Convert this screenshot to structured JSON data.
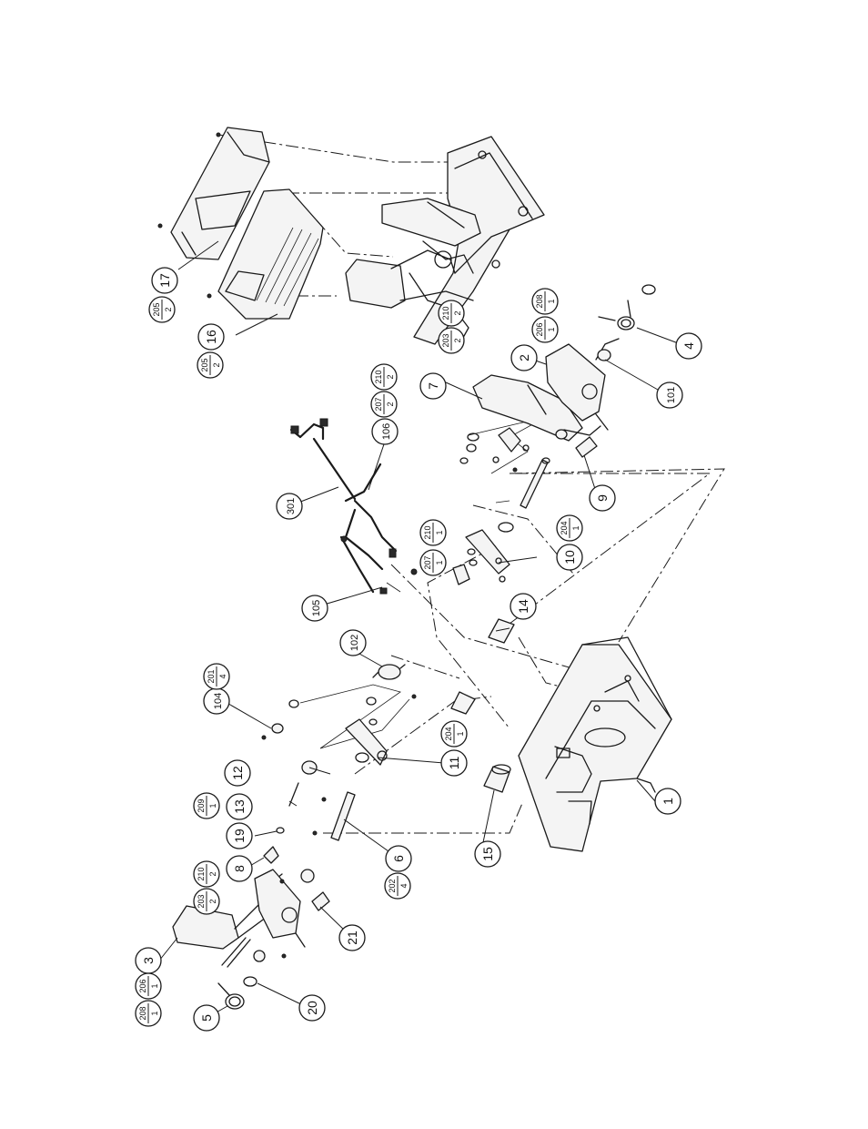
{
  "diagram": {
    "parts": [
      {
        "id": "1",
        "label": "1"
      },
      {
        "id": "2",
        "label": "2"
      },
      {
        "id": "3",
        "label": "3"
      },
      {
        "id": "4",
        "label": "4"
      },
      {
        "id": "5",
        "label": "5"
      },
      {
        "id": "6",
        "label": "6"
      },
      {
        "id": "7",
        "label": "7"
      },
      {
        "id": "8",
        "label": "8"
      },
      {
        "id": "9",
        "label": "9"
      },
      {
        "id": "10",
        "label": "10"
      },
      {
        "id": "11",
        "label": "11"
      },
      {
        "id": "12",
        "label": "12"
      },
      {
        "id": "13",
        "label": "13"
      },
      {
        "id": "14",
        "label": "14"
      },
      {
        "id": "15",
        "label": "15"
      },
      {
        "id": "16",
        "label": "16"
      },
      {
        "id": "17",
        "label": "17"
      },
      {
        "id": "19",
        "label": "19"
      },
      {
        "id": "20",
        "label": "20"
      },
      {
        "id": "21",
        "label": "21"
      },
      {
        "id": "101",
        "label": "101"
      },
      {
        "id": "102",
        "label": "102"
      },
      {
        "id": "104",
        "label": "104"
      },
      {
        "id": "105",
        "label": "105"
      },
      {
        "id": "106",
        "label": "106"
      },
      {
        "id": "301",
        "label": "301"
      }
    ],
    "fasteners": [
      {
        "id": "f205a",
        "code": "205",
        "qty": "2"
      },
      {
        "id": "f205b",
        "code": "205",
        "qty": "2"
      },
      {
        "id": "f203a",
        "code": "203",
        "qty": "2"
      },
      {
        "id": "f210a",
        "code": "210",
        "qty": "2"
      },
      {
        "id": "f206a",
        "code": "206",
        "qty": "1"
      },
      {
        "id": "f208a",
        "code": "208",
        "qty": "1"
      },
      {
        "id": "f207a",
        "code": "207",
        "qty": "2"
      },
      {
        "id": "f210b",
        "code": "210",
        "qty": "2"
      },
      {
        "id": "f207b",
        "code": "207",
        "qty": "1"
      },
      {
        "id": "f210c",
        "code": "210",
        "qty": "1"
      },
      {
        "id": "f204a",
        "code": "204",
        "qty": "1"
      },
      {
        "id": "f201a",
        "code": "201",
        "qty": "4"
      },
      {
        "id": "f204b",
        "code": "204",
        "qty": "1"
      },
      {
        "id": "f209a",
        "code": "209",
        "qty": "1"
      },
      {
        "id": "f210d",
        "code": "210",
        "qty": "2"
      },
      {
        "id": "f203b",
        "code": "203",
        "qty": "2"
      },
      {
        "id": "f202a",
        "code": "202",
        "qty": "4"
      },
      {
        "id": "f208b",
        "code": "208",
        "qty": "1"
      },
      {
        "id": "f206b",
        "code": "206",
        "qty": "1"
      }
    ]
  }
}
